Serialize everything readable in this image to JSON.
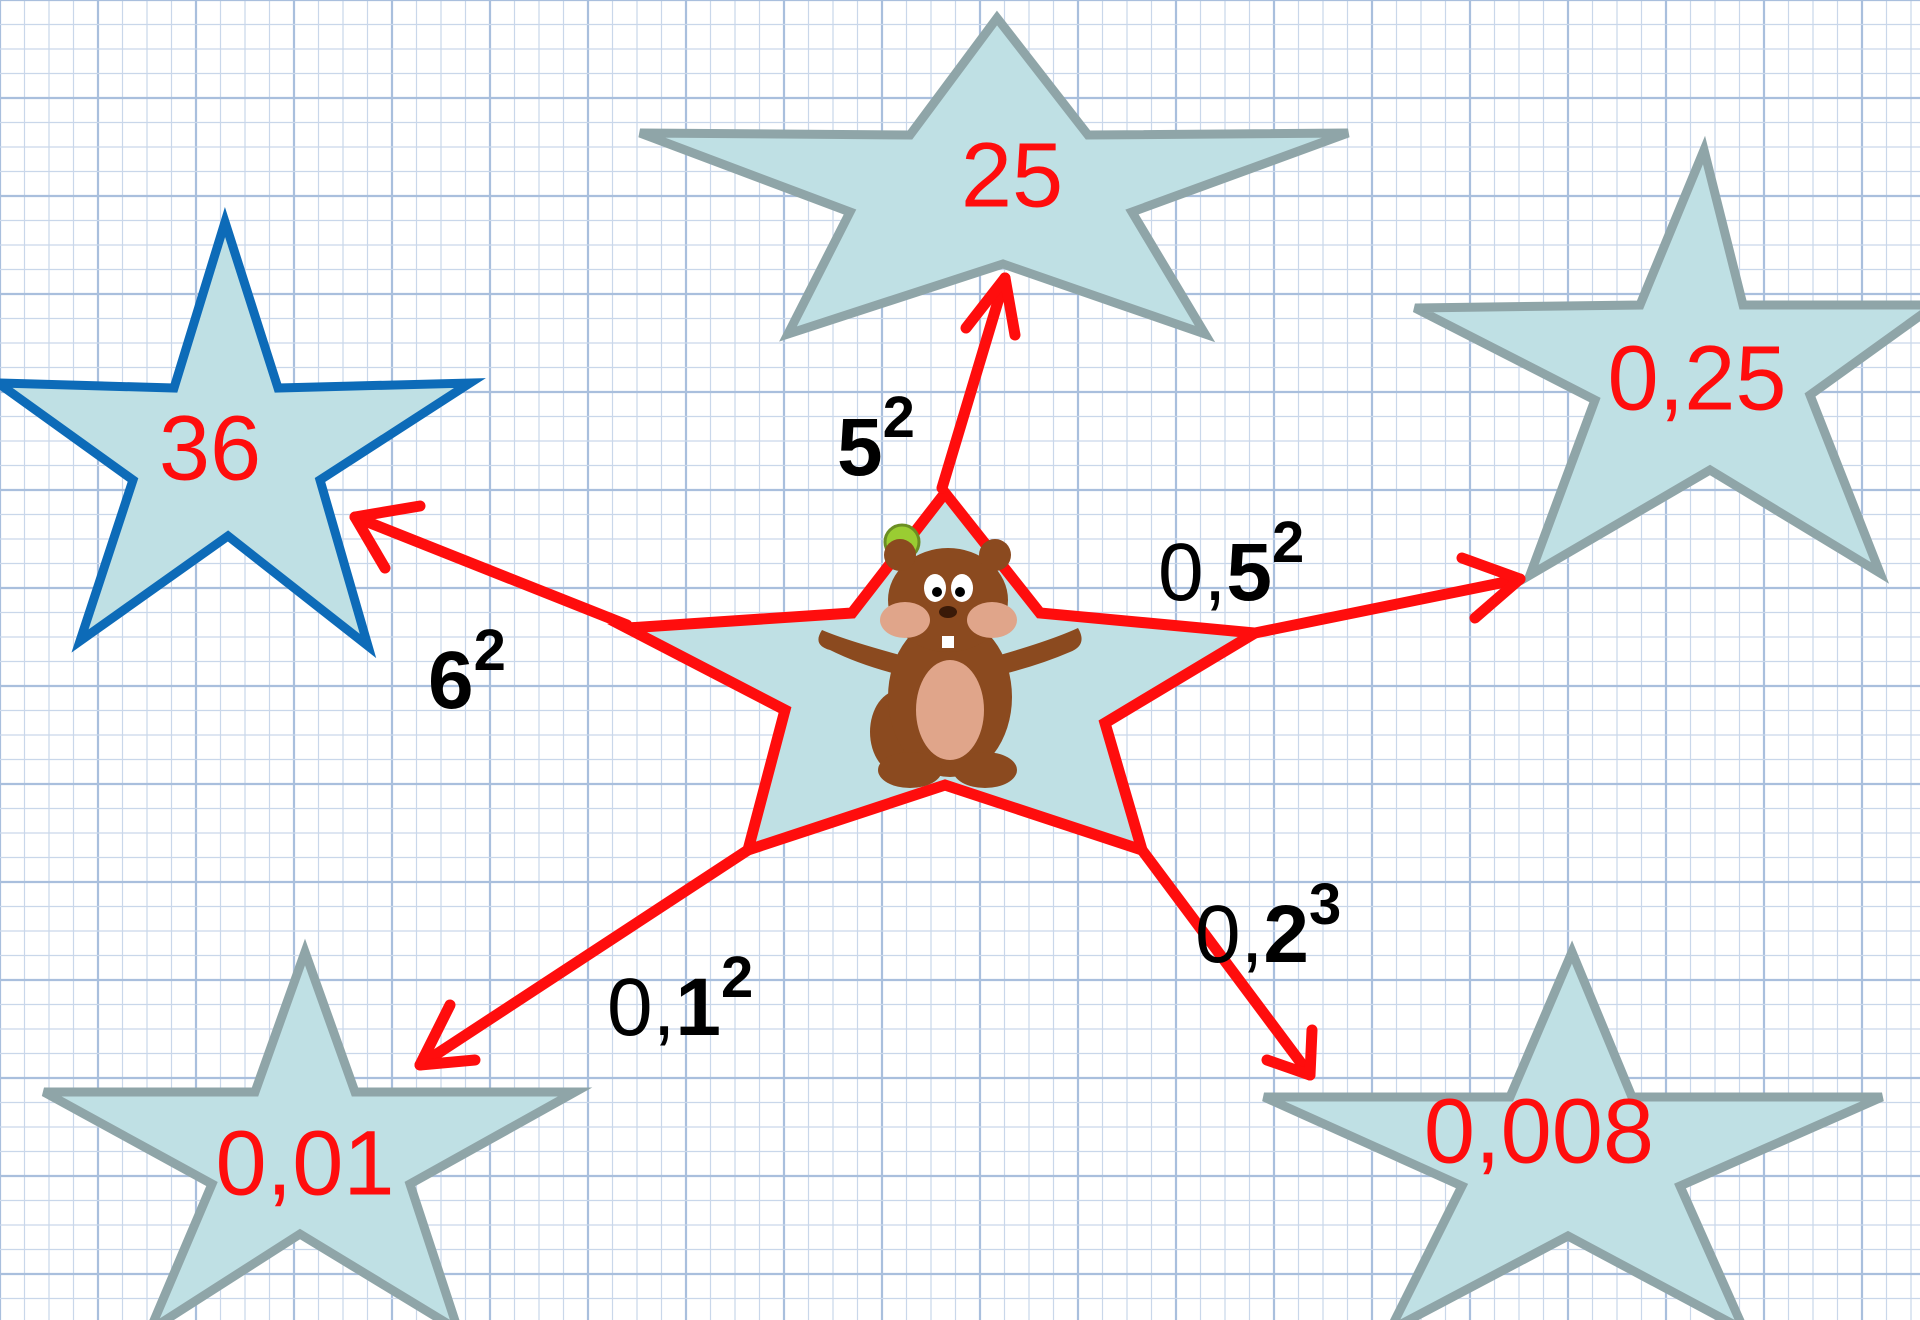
{
  "colors": {
    "grid_minor": "#c9d7ea",
    "grid_major": "#a9bfdd",
    "star_fill": "#bfe0e4",
    "star_stroke_gray": "#8fa5a8",
    "star_stroke_blue": "#0d6bb8",
    "arrow_red": "#ff0d0d",
    "answer_red": "#ff0d0d",
    "expression_black": "#000000",
    "bear_brown": "#8b4a1f",
    "bear_light": "#e0a58a",
    "ball_green": "#9acd32"
  },
  "answers": {
    "a25": "25",
    "a36": "36",
    "a025": "0,25",
    "a001": "0,01",
    "a0008": "0,008"
  },
  "expressions": {
    "e5": {
      "base_light": "",
      "base_bold": "5",
      "exponent": "2"
    },
    "e6": {
      "base_light": "",
      "base_bold": "6",
      "exponent": "2"
    },
    "e05": {
      "base_light": "0,",
      "base_bold": "5",
      "exponent": "2"
    },
    "e01": {
      "base_light": "0,",
      "base_bold": "1",
      "exponent": "2"
    },
    "e02": {
      "base_light": "0,",
      "base_bold": "2",
      "exponent": "3"
    }
  },
  "center_image": "bear-cartoon"
}
